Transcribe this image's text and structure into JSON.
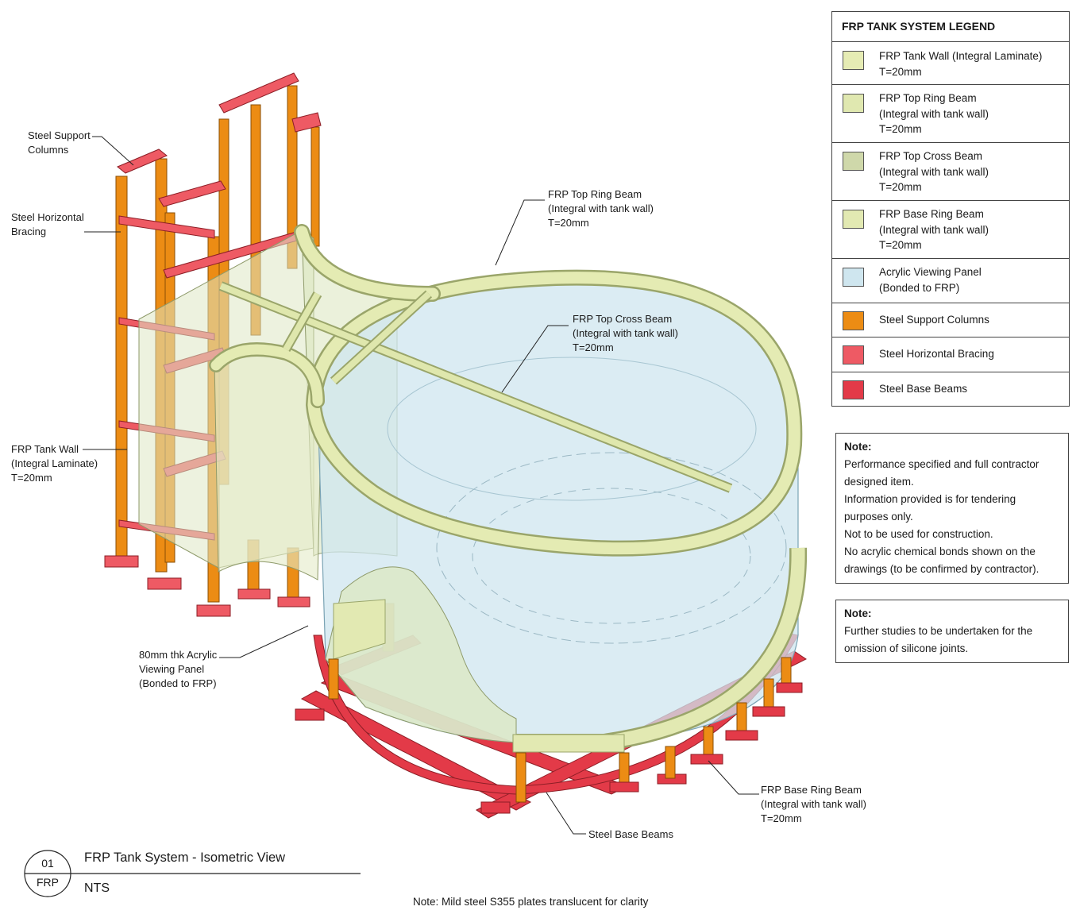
{
  "callouts": {
    "steel_support_columns": "Steel Support\nColumns",
    "steel_horizontal_bracing": "Steel Horizontal\nBracing",
    "frp_tank_wall": "FRP Tank Wall\n(Integral Laminate)\nT=20mm",
    "acrylic_panel": "80mm thk Acrylic\nViewing Panel\n(Bonded to FRP)",
    "frp_top_ring_beam": "FRP Top Ring Beam\n(Integral with tank wall)\nT=20mm",
    "frp_top_cross_beam": "FRP Top Cross Beam\n(Integral with tank wall)\nT=20mm",
    "frp_base_ring_beam": "FRP Base Ring Beam\n(Integral with tank wall)\nT=20mm",
    "steel_base_beams": "Steel Base Beams"
  },
  "legend": {
    "title": "FRP TANK SYSTEM LEGEND",
    "items": [
      {
        "label": "FRP Tank Wall (Integral Laminate)\nT=20mm",
        "color": "#e6ecb4"
      },
      {
        "label": "FRP Top Ring Beam\n(Integral with tank wall)\nT=20mm",
        "color": "#e0e8b0"
      },
      {
        "label": "FRP Top Cross Beam\n(Integral with tank wall)\nT=20mm",
        "color": "#cfd8aa"
      },
      {
        "label": "FRP Base Ring Beam\n(Integral with tank wall)\nT=20mm",
        "color": "#e2e9b2"
      },
      {
        "label": "Acrylic Viewing Panel\n(Bonded to FRP)",
        "color": "#cfe6ef"
      },
      {
        "label": "Steel Support Columns",
        "color": "#ec8c14"
      },
      {
        "label": "Steel Horizontal Bracing",
        "color": "#ee5a64"
      },
      {
        "label": "Steel Base Beams",
        "color": "#e33a48"
      }
    ]
  },
  "note1": {
    "heading": "Note:",
    "lines": [
      "Performance specified and full contractor",
      "designed item.",
      "Information provided is for tendering",
      "purposes only.",
      "Not to be used for construction.",
      "No acrylic chemical bonds shown on the",
      "drawings (to be confirmed by contractor)."
    ]
  },
  "note2": {
    "heading": "Note:",
    "lines": [
      "Further studies to be undertaken for the",
      "omission of silicone joints."
    ]
  },
  "title_block": {
    "number": "01",
    "code": "FRP",
    "title": "FRP Tank System - Isometric View",
    "scale": "NTS"
  },
  "footer_note": "Note: Mild steel S355 plates translucent for clarity",
  "colors": {
    "frp": "#e4ebb3",
    "frp_edge": "#9aa56a",
    "acrylic": "#cfe6ef",
    "steel_column": "#ec8c14",
    "steel_bracing": "#ee5a64",
    "steel_base": "#e33a48"
  }
}
